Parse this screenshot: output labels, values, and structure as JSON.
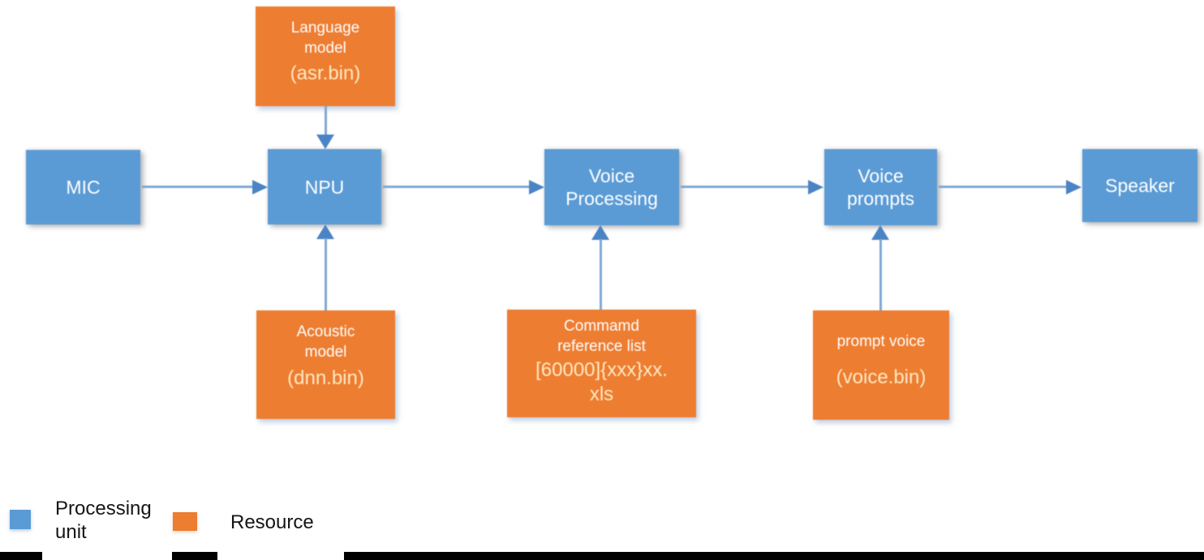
{
  "colors": {
    "processing_unit_fill": "#5B9BD5",
    "resource_fill": "#ED7D31",
    "arrow_line": "#7FA8D4",
    "arrow_head": "#4A84C4",
    "file_text": "#FFE9C2",
    "legend_text": "#151515"
  },
  "nodes": {
    "mic": {
      "label": "MIC"
    },
    "npu": {
      "label": "NPU"
    },
    "voice_processing": {
      "label": "Voice\nProcessing"
    },
    "voice_prompts": {
      "label": "Voice\nprompts"
    },
    "speaker": {
      "label": "Speaker"
    },
    "language_model": {
      "title": "Language\nmodel",
      "file": "(asr.bin)"
    },
    "acoustic_model": {
      "title": "Acoustic\nmodel",
      "file": "(dnn.bin)"
    },
    "command_reference": {
      "title": "Commamd\nreference list",
      "file": "[60000]{xxx}xx.\nxls"
    },
    "prompt_voice": {
      "title": "prompt voice",
      "file": "(voice.bin)"
    }
  },
  "legend": {
    "processing_unit_label": "Processing\nunit",
    "resource_label": "Resource"
  }
}
